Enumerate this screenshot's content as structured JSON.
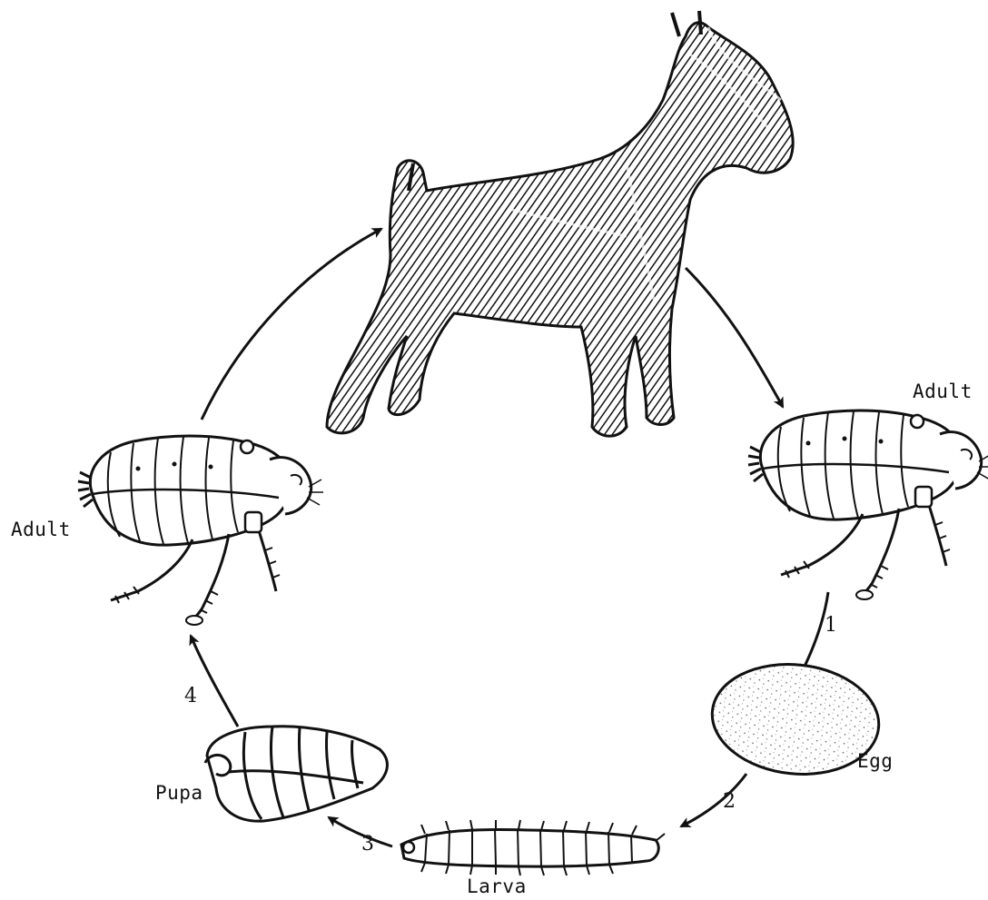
{
  "diagram": {
    "labels": {
      "adult_right": "Adult",
      "adult_left": "Adult",
      "egg": "Egg",
      "larva": "Larva",
      "pupa": "Pupa"
    },
    "steps": {
      "one": "1",
      "two": "2",
      "three": "3",
      "four": "4"
    },
    "ink_color": "#111111",
    "icons": [
      "dog-icon",
      "adult-flea-icon",
      "egg-icon",
      "larva-icon",
      "pupa-icon"
    ]
  }
}
